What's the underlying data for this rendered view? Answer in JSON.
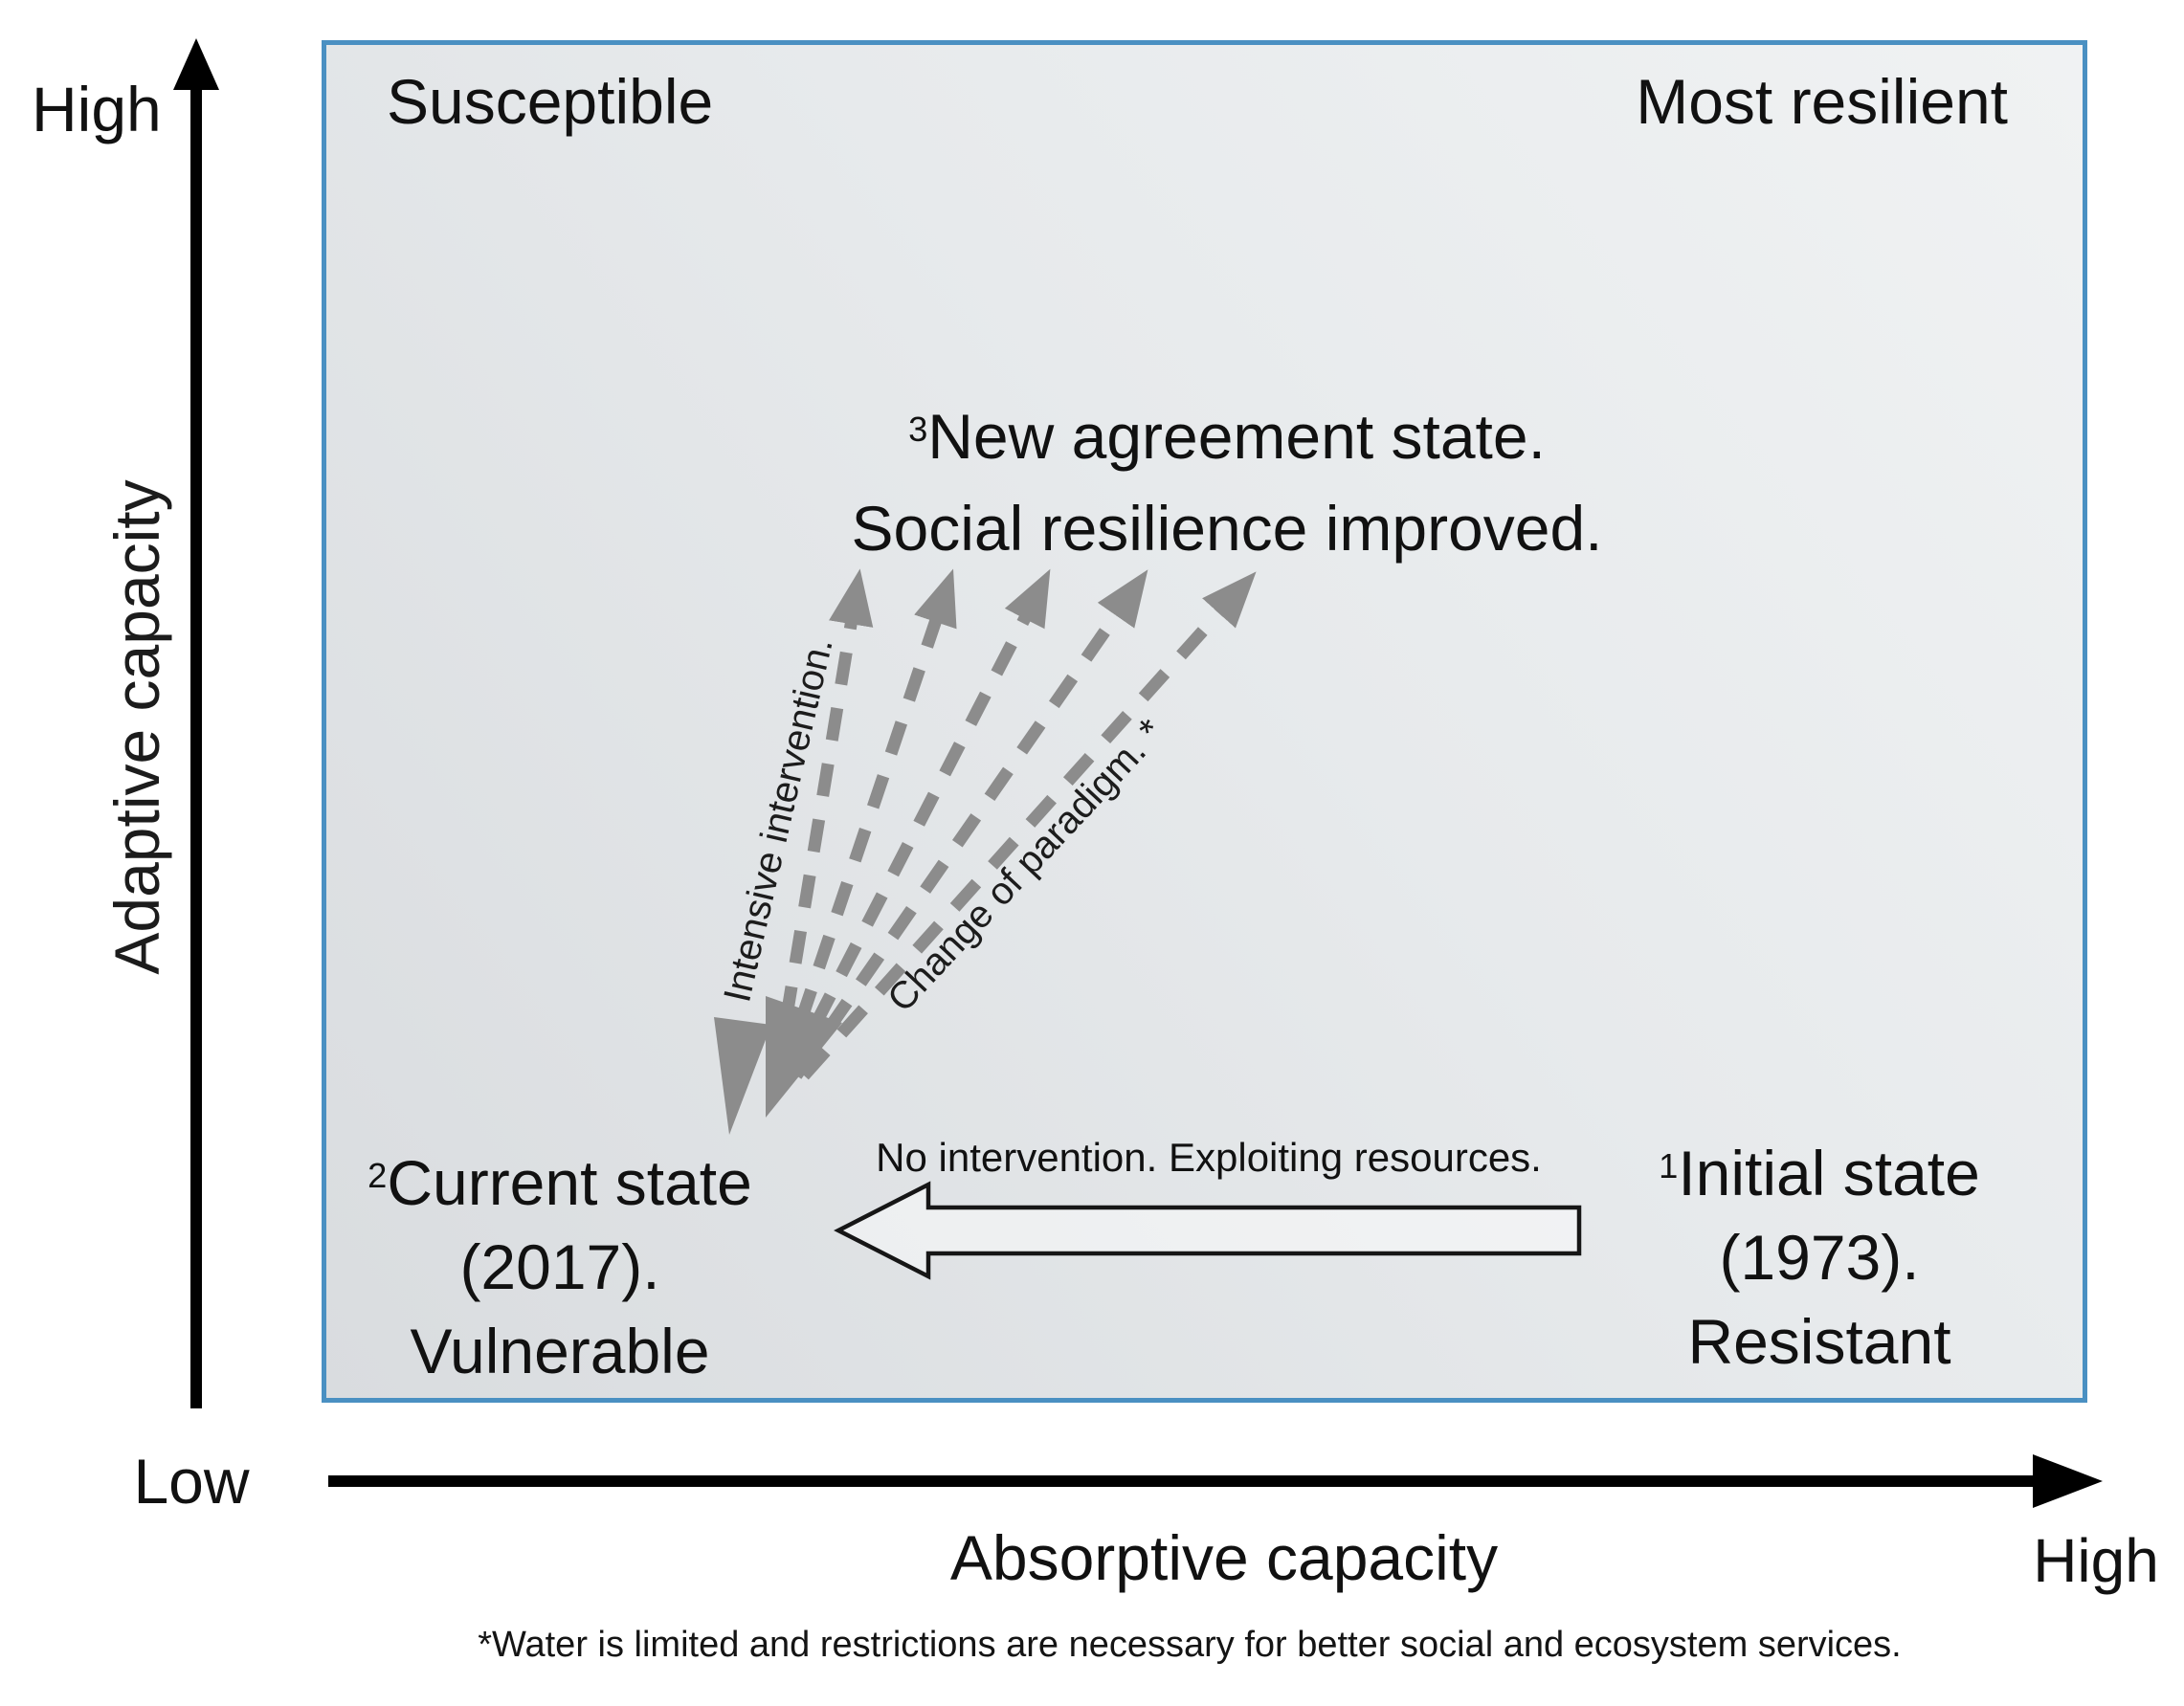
{
  "plot": {
    "top_left_label": "Susceptible",
    "top_right_label": "Most resilient",
    "new_agreement": {
      "marker": "3",
      "line1": "New agreement state.",
      "line2": "Social resilience improved."
    },
    "current_state": {
      "marker": "2",
      "lines": [
        "Current state",
        "(2017).",
        "Vulnerable"
      ]
    },
    "initial_state": {
      "marker": "1",
      "lines": [
        "Initial state",
        "(1973).",
        "Resistant"
      ]
    },
    "fan_labels": {
      "left": "Intensive intervention.",
      "right": "Change of paradigm. *"
    },
    "transition_label": "No intervention. Exploiting resources."
  },
  "axes": {
    "y": {
      "title": "Adaptive capacity",
      "top": "High",
      "bottom": "Low"
    },
    "x": {
      "title": "Absorptive capacity",
      "right": "High"
    }
  },
  "footnote": "*Water is limited and restrictions are necessary for better social and ecosystem services.",
  "colors": {
    "box_border": "#4a90c2",
    "box_bg_dark": "#d9dcdf",
    "box_bg_light": "#f0f2f3",
    "fan_arrow": "#8c8c8c",
    "axis": "#000000",
    "ink": "#111111"
  }
}
